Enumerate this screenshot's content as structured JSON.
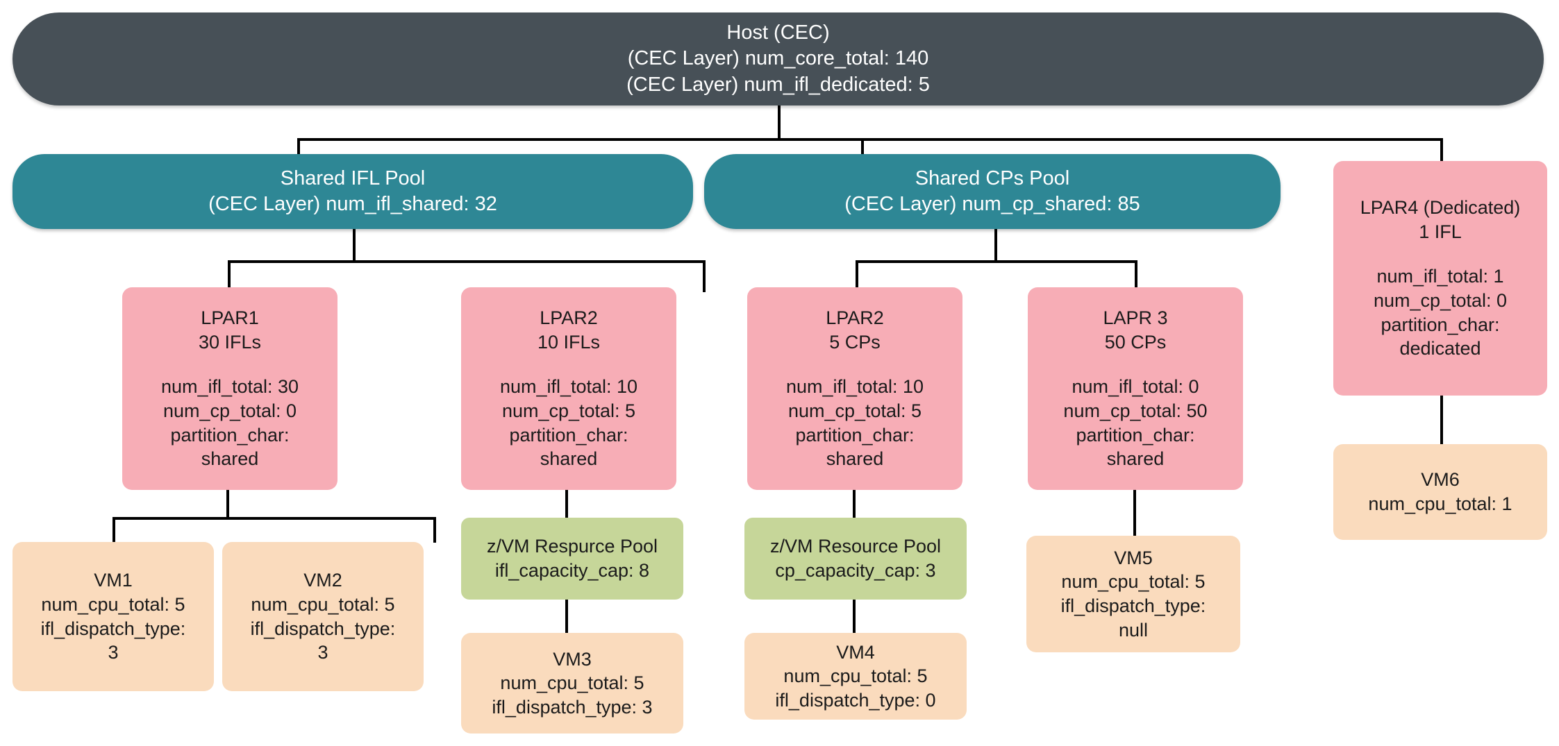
{
  "diagram": {
    "title": "IBM Z CEC resource hierarchy",
    "colors": {
      "host": "#475057",
      "pool": "#2e8795",
      "lpar": "#f7adb6",
      "zvm_pool": "#c6d699",
      "vm": "#fadbbd",
      "edge": "#000000",
      "background": "#ffffff"
    }
  },
  "host": {
    "title": "Host (CEC)",
    "line1": "(CEC Layer) num_core_total: 140",
    "line2": "(CEC Layer) num_ifl_dedicated: 5"
  },
  "pools": [
    {
      "id": "shared-ifl-pool",
      "title": "Shared IFL Pool",
      "line1": "(CEC Layer) num_ifl_shared: 32"
    },
    {
      "id": "shared-cps-pool",
      "title": "Shared CPs Pool",
      "line1": "(CEC Layer) num_cp_shared: 85"
    }
  ],
  "lpars": [
    {
      "id": "lpar4-dedicated",
      "name": "LPAR4 (Dedicated)",
      "subtitle": "1 IFL",
      "attrs": [
        "num_ifl_total: 1",
        "num_cp_total: 0",
        "partition_char:",
        "dedicated"
      ]
    },
    {
      "id": "lpar1",
      "name": "LPAR1",
      "subtitle": "30 IFLs",
      "attrs": [
        "num_ifl_total: 30",
        "num_cp_total: 0",
        "partition_char:",
        "shared"
      ]
    },
    {
      "id": "lpar2-ifl",
      "name": "LPAR2",
      "subtitle": "10 IFLs",
      "attrs": [
        "num_ifl_total: 10",
        "num_cp_total: 5",
        "partition_char:",
        "shared"
      ]
    },
    {
      "id": "lpar2-cp",
      "name": "LPAR2",
      "subtitle": "5 CPs",
      "attrs": [
        "num_ifl_total: 10",
        "num_cp_total: 5",
        "partition_char:",
        "shared"
      ]
    },
    {
      "id": "lapr3",
      "name": "LAPR 3",
      "subtitle": "50 CPs",
      "attrs": [
        "num_ifl_total: 0",
        "num_cp_total: 50",
        "partition_char:",
        "shared"
      ]
    }
  ],
  "zvm_pools": [
    {
      "id": "zvm-pool-ifl",
      "title": "z/VM Respurce Pool",
      "line1": "ifl_capacity_cap: 8"
    },
    {
      "id": "zvm-pool-cp",
      "title": "z/VM Resource Pool",
      "line1": "cp_capacity_cap: 3"
    }
  ],
  "vms": [
    {
      "id": "vm1",
      "name": "VM1",
      "attrs": [
        "num_cpu_total: 5",
        "ifl_dispatch_type:",
        "3"
      ]
    },
    {
      "id": "vm2",
      "name": "VM2",
      "attrs": [
        "num_cpu_total: 5",
        "ifl_dispatch_type:",
        "3"
      ]
    },
    {
      "id": "vm3",
      "name": "VM3",
      "attrs": [
        "num_cpu_total: 5",
        "ifl_dispatch_type: 3"
      ]
    },
    {
      "id": "vm4",
      "name": "VM4",
      "attrs": [
        "num_cpu_total: 5",
        "ifl_dispatch_type: 0"
      ]
    },
    {
      "id": "vm5",
      "name": "VM5",
      "attrs": [
        "num_cpu_total: 5",
        "ifl_dispatch_type:",
        "null"
      ]
    },
    {
      "id": "vm6",
      "name": "VM6",
      "attrs": [
        "num_cpu_total: 1"
      ]
    }
  ]
}
